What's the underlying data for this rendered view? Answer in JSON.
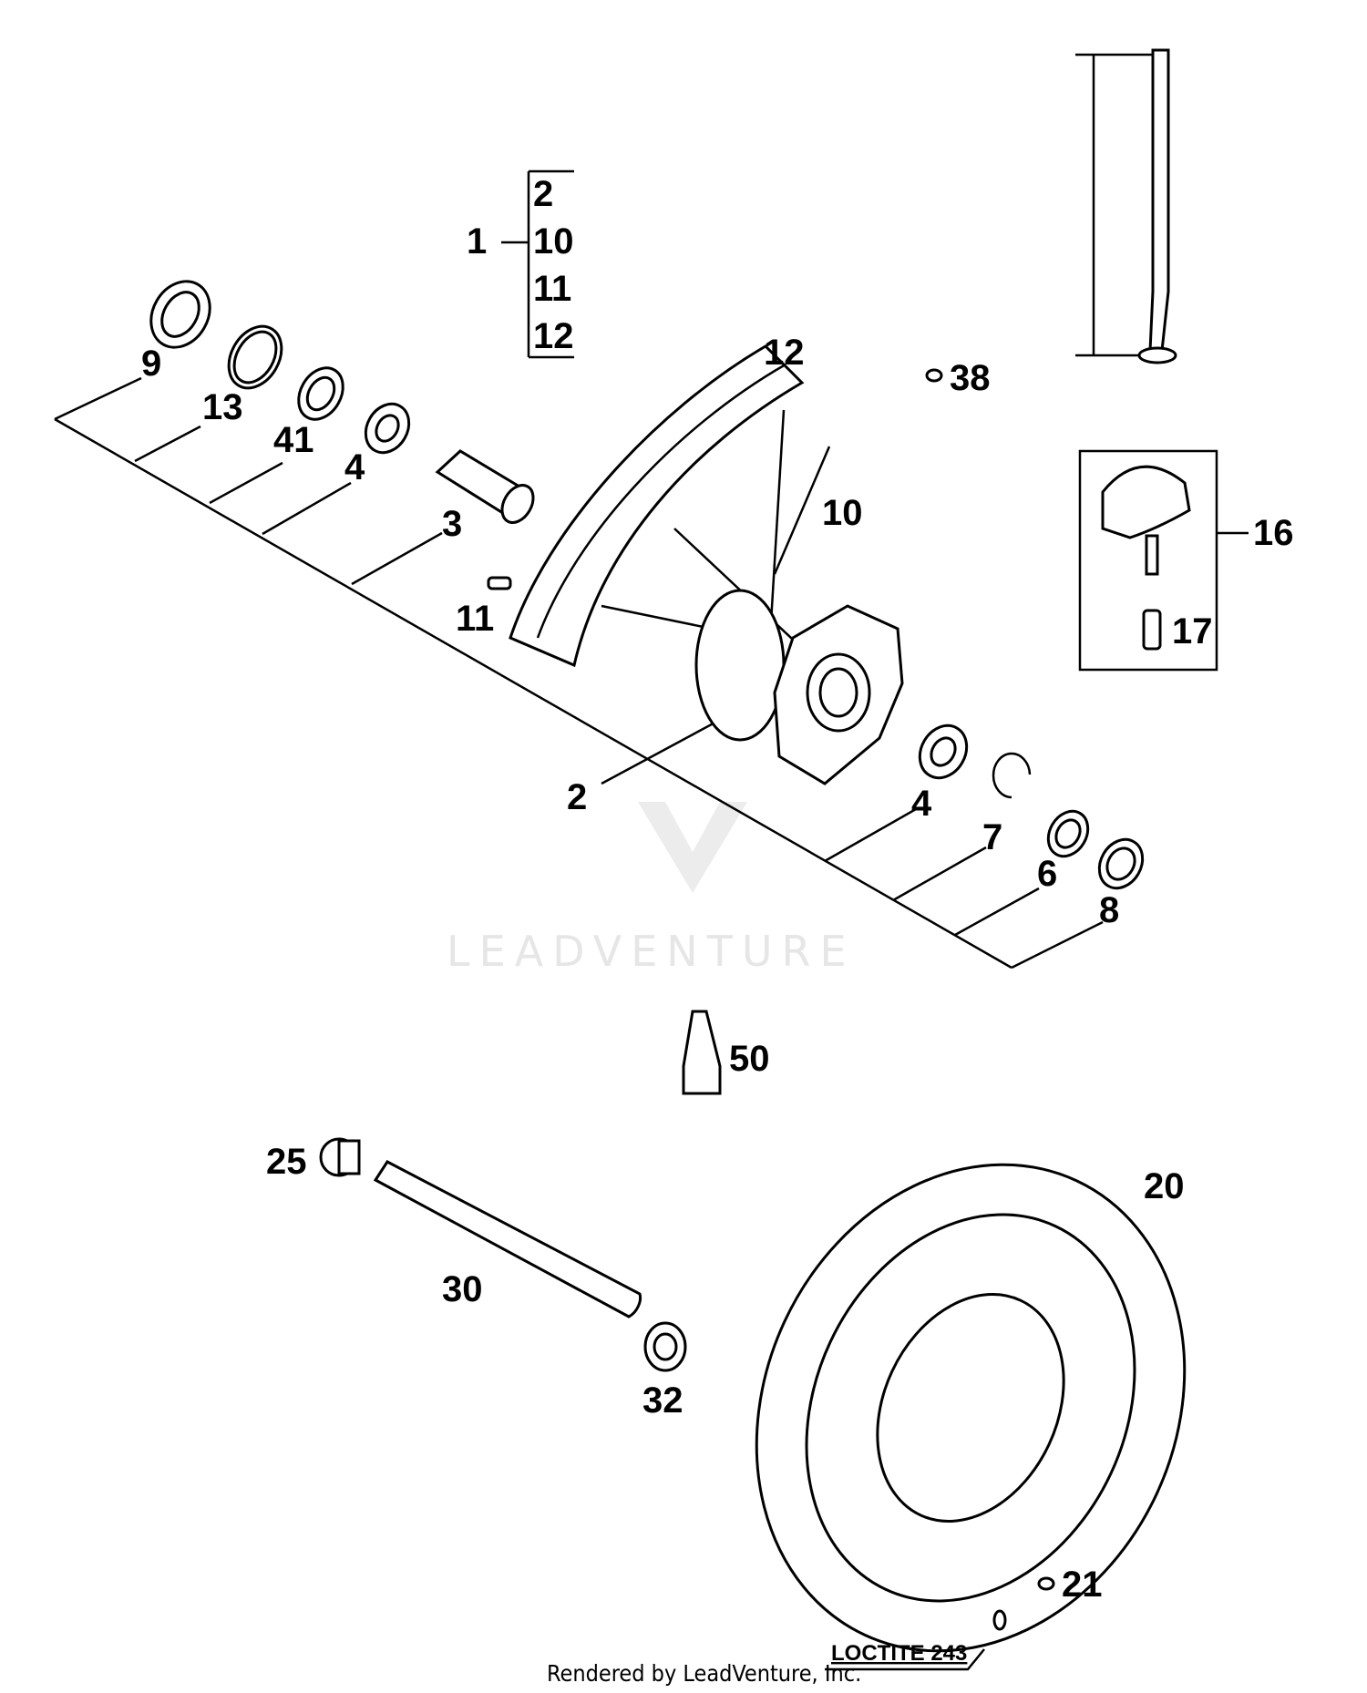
{
  "labels": {
    "1": "1",
    "2": "2",
    "3": "3",
    "4": "4",
    "6": "6",
    "7": "7",
    "8": "8",
    "9": "9",
    "10": "10",
    "11": "11",
    "12": "12",
    "13": "13",
    "16": "16",
    "17": "17",
    "20": "20",
    "21": "21",
    "25": "25",
    "30": "30",
    "32": "32",
    "38": "38",
    "41": "41",
    "50": "50"
  },
  "kit_list": [
    "2",
    "10",
    "11",
    "12"
  ],
  "loctite_note": "LOCTITE 243",
  "watermark": "LEADVENTURE",
  "footer": "Rendered by LeadVenture, Inc."
}
